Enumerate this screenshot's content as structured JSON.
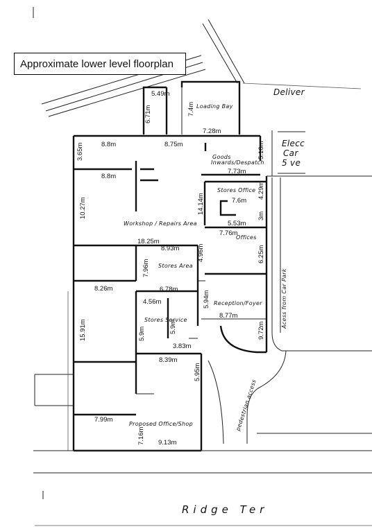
{
  "caption": "Approximate lower level floorplan",
  "labels": {
    "delivery": "Deliver",
    "elec_line1": "Elecc",
    "elec_line2": "Car",
    "elec_line3": "5 ve",
    "loading_bay": "Loading Bay",
    "goods_inwards_1": "Goods",
    "goods_inwards_2": "Inwards/Despatch",
    "stores_office": "Stores Office",
    "workshop": "Workshop / Repairs Area",
    "offices": "Offices",
    "stores_area": "Stores Area",
    "reception": "Reception/Foyer",
    "access": "Acess from Car Park",
    "stores_service": "Stores Service",
    "pedestrian": "pedestrian access",
    "proposed_office": "Proposed Office/Shop",
    "street": "Ridge Ter"
  },
  "dimensions": {
    "d_5_49": "5.49m",
    "d_6_71": "6.71m",
    "d_7_4": "7.4m",
    "d_7_28": "7.28m",
    "d_3_65": "3.65m",
    "d_8_8a": "8.8m",
    "d_8_75": "8.75m",
    "d_5_16": "5.16m",
    "d_7_73": "7.73m",
    "d_8_8b": "8.8m",
    "d_4_29": "4.29m",
    "d_14_14": "14.14m",
    "d_7_6": "7.6m",
    "d_10_27": "10.27m",
    "d_3m": "3m",
    "d_5_53": "5.53m",
    "d_7_76": "7.76m",
    "d_18_25": "18.25m",
    "d_8_93": "8.93m",
    "d_4_96": "4.96m",
    "d_6_25": "6.25m",
    "d_7_96": "7.96m",
    "d_8_26": "8.26m",
    "d_6_78": "6.78m",
    "d_4_56": "4.56m",
    "d_5_94": "5.94m",
    "d_8_77": "8.77m",
    "d_15_91": "15.91m",
    "d_5_9a": "5.9m",
    "d_5_9b": "5.9m",
    "d_9_72": "9.72m",
    "d_3_83": "3.83m",
    "d_8_39": "8.39m",
    "d_5_95": "5.95m",
    "d_7_99": "7.99m",
    "d_7_16": "7.16m",
    "d_9_13": "9.13m"
  }
}
